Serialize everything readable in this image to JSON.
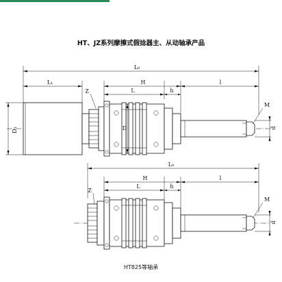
{
  "title": "HT、JZ系列摩擦式假捻器主、从动轴承产品",
  "caption": "HT825等轴承",
  "top_labels": {
    "L0": "L₀",
    "L1": "L₁",
    "H": "H",
    "L": "L",
    "h": "h",
    "l": "l",
    "Z": "Z",
    "M": "M",
    "D1": "D₁",
    "D": "D",
    "d": "d"
  },
  "bottom_labels": {
    "L0": "L₀",
    "H": "H",
    "L": "L",
    "h": "h",
    "l": "l",
    "Z": "Z",
    "M": "M",
    "d": "d"
  }
}
